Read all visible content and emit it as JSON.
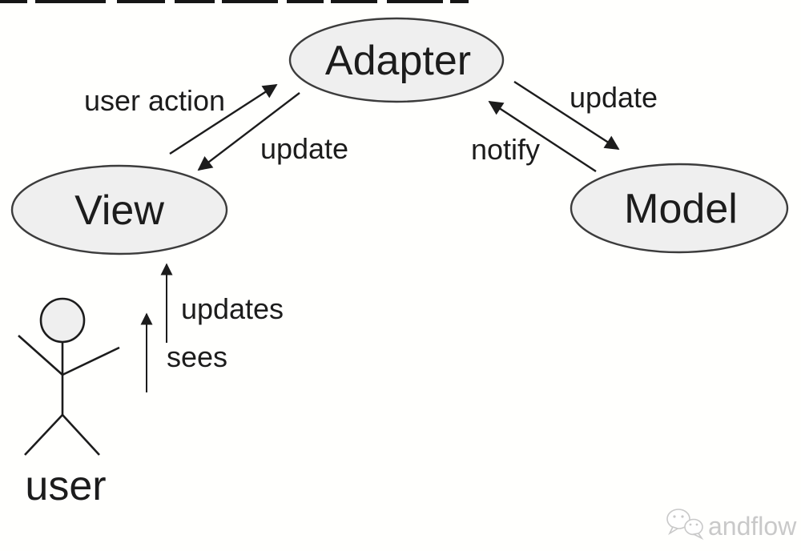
{
  "colors": {
    "node_fill": "#efefef",
    "node_border": "#3c3c3c",
    "line": "#1c1c1c",
    "text": "#1c1c1c",
    "watermark": "#c9c9c9"
  },
  "nodes": {
    "adapter": {
      "label": "Adapter"
    },
    "view": {
      "label": "View"
    },
    "model": {
      "label": "Model"
    }
  },
  "edges": {
    "user_action": {
      "label": "user action",
      "from": "View",
      "to": "Adapter"
    },
    "update_view": {
      "label": "update",
      "from": "Adapter",
      "to": "View"
    },
    "update_model": {
      "label": "update",
      "from": "Adapter",
      "to": "Model"
    },
    "notify": {
      "label": "notify",
      "from": "Model",
      "to": "Adapter"
    },
    "updates": {
      "label": "updates",
      "from": "user",
      "to": "View"
    },
    "sees": {
      "label": "sees",
      "from": "user",
      "to": "View"
    }
  },
  "actor": {
    "label": "user"
  },
  "watermark": {
    "label": "andflow"
  }
}
